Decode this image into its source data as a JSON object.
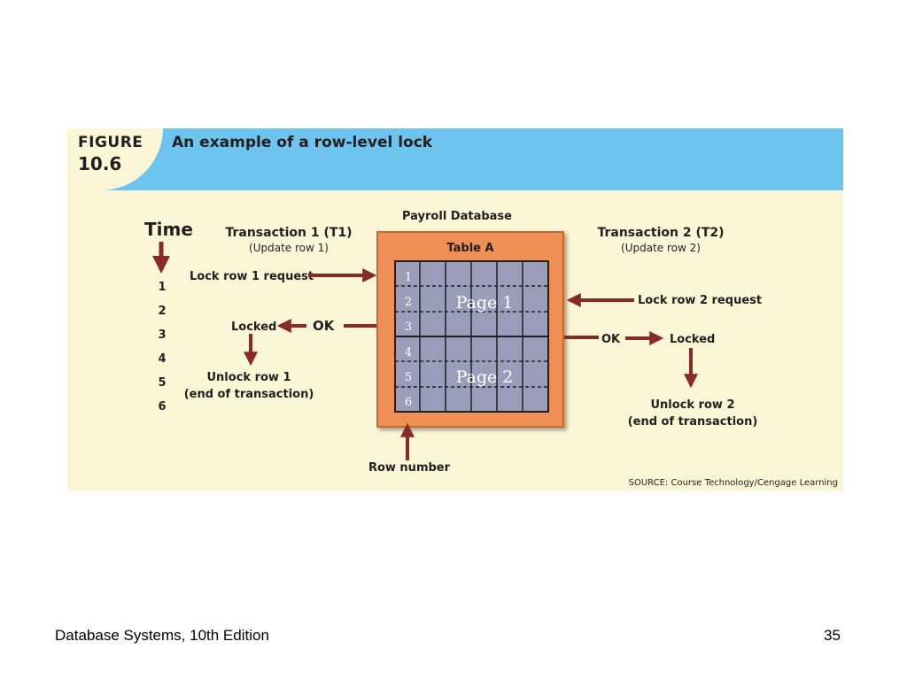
{
  "figure": {
    "label": "FIGURE",
    "number": "10.6",
    "title": "An example of a row-level lock",
    "source": "SOURCE: Course Technology/Cengage Learning"
  },
  "timeline": {
    "title": "Time",
    "ticks": [
      "1",
      "2",
      "3",
      "4",
      "5",
      "6"
    ]
  },
  "database": {
    "title": "Payroll Database",
    "table": "Table A",
    "rows": [
      "1",
      "2",
      "3",
      "4",
      "5",
      "6"
    ],
    "page1": "Page 1",
    "page2": "Page 2",
    "row_number": "Row number"
  },
  "t1": {
    "title": "Transaction 1 (T1)",
    "subtitle": "(Update row 1)",
    "request": "Lock row 1 request",
    "ok": "OK",
    "locked": "Locked",
    "unlock": "Unlock row 1",
    "end": "(end of transaction)"
  },
  "t2": {
    "title": "Transaction 2 (T2)",
    "subtitle": "(Update row 2)",
    "request": "Lock row 2 request",
    "ok": "OK",
    "locked": "Locked",
    "unlock": "Unlock row 2",
    "end": "(end of transaction)"
  },
  "colors": {
    "arrow": "#8a2a26",
    "banner": "#6dc4ee",
    "background": "#fbf6d5",
    "table_frame": "#ee8f55",
    "grid": "#9b9cba"
  },
  "footer": {
    "book": "Database Systems, 10th Edition",
    "page": "35"
  }
}
